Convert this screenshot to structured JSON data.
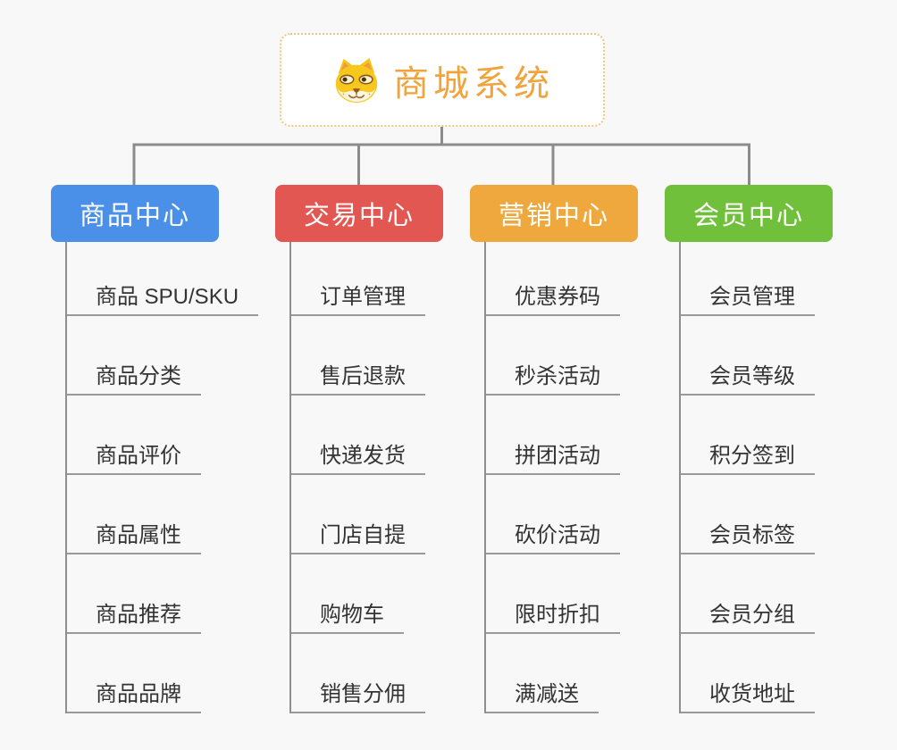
{
  "root": {
    "title": "商城系统",
    "icon": "doge-icon",
    "title_color": "#f0a43b",
    "border_color": "#f2c47c"
  },
  "branches": [
    {
      "label": "商品中心",
      "color": "#4a90e8",
      "children": [
        "商品 SPU/SKU",
        "商品分类",
        "商品评价",
        "商品属性",
        "商品推荐",
        "商品品牌"
      ]
    },
    {
      "label": "交易中心",
      "color": "#e25752",
      "children": [
        "订单管理",
        "售后退款",
        "快递发货",
        "门店自提",
        "购物车",
        "销售分佣"
      ]
    },
    {
      "label": "营销中心",
      "color": "#eea83d",
      "children": [
        "优惠券码",
        "秒杀活动",
        "拼团活动",
        "砍价活动",
        "限时折扣",
        "满减送"
      ]
    },
    {
      "label": "会员中心",
      "color": "#70c03c",
      "children": [
        "会员管理",
        "会员等级",
        "积分签到",
        "会员标签",
        "会员分组",
        "收货地址"
      ]
    }
  ],
  "colors": {
    "background": "#f8f8f8",
    "connector": "#8c8c8c",
    "underline": "#9a9a9a",
    "leaf_text": "#333333",
    "node_text": "#ffffff"
  }
}
